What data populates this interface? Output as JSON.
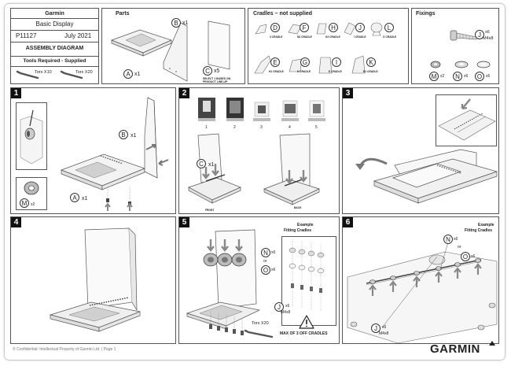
{
  "info": {
    "brand": "Garmin",
    "product": "Basic Display",
    "part_no": "P11127",
    "date": "July 2021",
    "doc_type": "ASSEMBLY DIAGRAM",
    "tools_title": "Tools Required - Supplied",
    "tools": [
      "Torx X10",
      "Torx X20"
    ]
  },
  "parts": {
    "title": "Parts",
    "items": [
      {
        "letter": "A",
        "qty": "x1"
      },
      {
        "letter": "B",
        "qty": "x1"
      },
      {
        "letter": "C",
        "qty": "x5"
      }
    ],
    "note": "SELECT 1 BASED ON PRODUCT LINE-UP"
  },
  "cradles": {
    "title": "Cradles – not supplied",
    "items": [
      {
        "letter": "D",
        "name": "3 CRADLE"
      },
      {
        "letter": "F",
        "name": "N2 CRADLE"
      },
      {
        "letter": "H",
        "name": "K3 CRADLE"
      },
      {
        "letter": "J",
        "name": "I CRADLE"
      },
      {
        "letter": "L",
        "name": "O CRADLE"
      },
      {
        "letter": "E",
        "name": "H1 CRADLE"
      },
      {
        "letter": "G",
        "name": "H CRADLE"
      },
      {
        "letter": "I",
        "name": "E CRADLE"
      },
      {
        "letter": "K",
        "name": "E2 CRADLE"
      }
    ]
  },
  "fixings": {
    "title": "Fixings",
    "screw": {
      "letter": "J",
      "qty": "x6",
      "spec": "M4x8"
    },
    "washers": [
      {
        "letter": "M",
        "qty": "x2"
      },
      {
        "letter": "N",
        "qty": "x6"
      },
      {
        "letter": "O",
        "qty": "x6"
      }
    ]
  },
  "steps": {
    "s1": {
      "num": "1",
      "b": "B",
      "b_qty": "x1",
      "a": "A",
      "a_qty": "x1",
      "m": "M",
      "m_qty": "x2"
    },
    "s2": {
      "num": "2",
      "labels": [
        "1",
        "2",
        "3",
        "4",
        "5"
      ],
      "c": "C",
      "c_qty": "x1",
      "front": "FRONT",
      "back": "BACK"
    },
    "s3": {
      "num": "3"
    },
    "s4": {
      "num": "4"
    },
    "s5": {
      "num": "5",
      "example": "Example",
      "example2": "Fitting Cradles",
      "n": "N",
      "n_qty": "x6",
      "or": "or",
      "o": "O",
      "o_qty": "x6",
      "j": "J",
      "j_qty": "x6",
      "j_spec": "M4x8",
      "tool": "Torx X20",
      "warning": "MAX OF 3 OFF CRADLES"
    },
    "s6": {
      "num": "6",
      "example": "Example",
      "example2": "Fitting Cradles",
      "n": "N",
      "n_qty": "x6",
      "or": "or",
      "o": "O",
      "o_qty": "x6",
      "j": "J",
      "j_qty": "x6",
      "j_spec": "M4x8"
    }
  },
  "footer": {
    "text": "© Confidential: Intellectual Property of Garmin Ltd. | Page 1",
    "logo": "GARMIN"
  }
}
